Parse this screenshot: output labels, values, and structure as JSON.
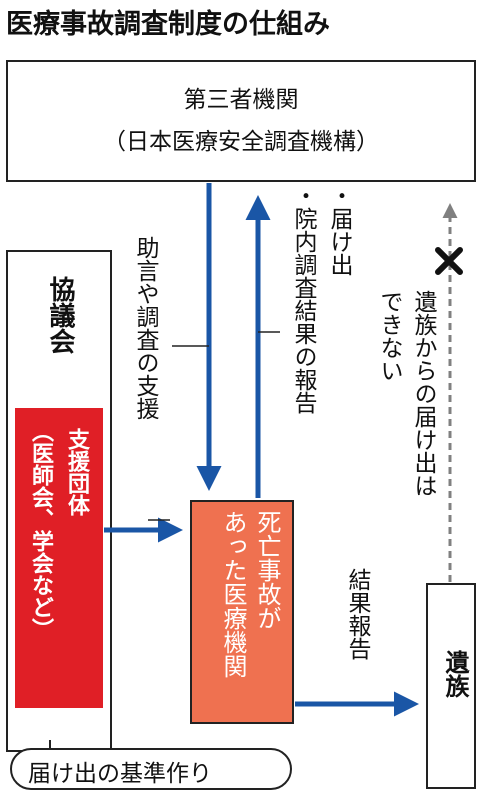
{
  "title": "医療事故調査制度の仕組み",
  "third_party": {
    "name": "第三者機関",
    "subtitle": "（日本医療安全調査機構）"
  },
  "council": {
    "label": "協議会"
  },
  "support": {
    "label": "支援団体",
    "detail": "（医師会、学会など）"
  },
  "hospital": {
    "line1": "死亡事故が",
    "line2": "あった医療機関"
  },
  "family": {
    "label": "遺族"
  },
  "labels": {
    "advice": "助言や調査の支援",
    "report_item1": "・届け出",
    "report_item2": "・院内調査結果の報告",
    "family_cannot_line1": "遺族からの届け出は",
    "family_cannot_line2": "できない",
    "result_report": "結果報告",
    "criteria": "届け出の基準作り"
  },
  "colors": {
    "support_red": "#e01f26",
    "hospital_orange": "#ef7150",
    "arrow_blue": "#1a56a6",
    "dashed_gray": "#808080"
  }
}
